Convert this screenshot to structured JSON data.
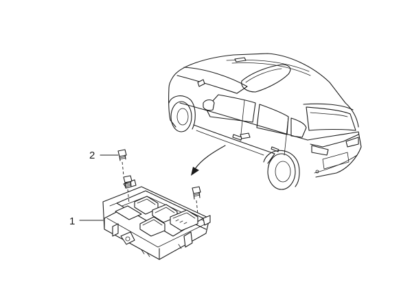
{
  "callouts": [
    {
      "number": "1",
      "part": "control-module"
    },
    {
      "number": "2",
      "part": "bolt"
    }
  ]
}
